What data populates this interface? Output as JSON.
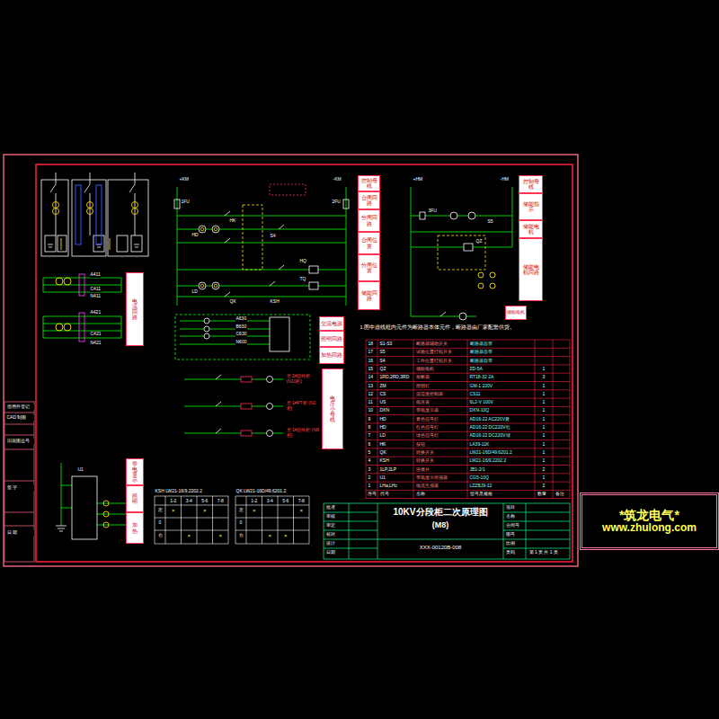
{
  "diagram": {
    "nodes": [
      {
        "text": [
          "控制母线"
        ]
      },
      {
        "text": [
          "合闸回路"
        ]
      },
      {
        "text": [
          "分闸回路"
        ]
      },
      {
        "text": [
          "合闸位置"
        ]
      },
      {
        "text": [
          "分闸位置"
        ]
      },
      {
        "text": [
          "储能回路"
        ]
      },
      {
        "text": [
          "控制母线"
        ]
      },
      {
        "text": [
          "储能指示"
        ]
      },
      {
        "text": [
          "储能电机"
        ]
      },
      {
        "text": [
          "储能电机回路"
        ]
      },
      {
        "text": [
          "电流回路"
        ]
      },
      {
        "text": [
          "交流电源"
        ]
      },
      {
        "text": [
          "照明回路"
        ]
      },
      {
        "text": [
          "加热回路"
        ]
      },
      {
        "text": [
          "电压小母线"
        ]
      },
      {
        "text": [
          "带电显示"
        ]
      },
      {
        "text": [
          "照明"
        ]
      },
      {
        "text": [
          "加热"
        ]
      },
      {
        "text": [
          "储能电机"
        ]
      },
      {
        "text": [
          "*筑龙电气*",
          "www.zhulong.com"
        ]
      }
    ],
    "labels": [
      "1.图中虚线框内元件为断路器本体元件，断路器由厂家配套供货。",
      "18",
      "S1-S3",
      "断路器辅助开关",
      "断路器自带",
      "17",
      "S5",
      "试验位置行程开关",
      "断路器自带",
      "16",
      "S4",
      "工作位置行程开关",
      "断路器自带",
      "15",
      "QZ",
      "储能电机",
      "ZD-5A",
      "1",
      "14",
      "1RD,2RD,3RD",
      "熔断器",
      "RT18-32 2A",
      "3",
      "13",
      "ZM",
      "照明灯",
      "GM-1 220V",
      "1",
      "12",
      "CS",
      "温湿度控制器",
      "CS11",
      "1",
      "11",
      "US",
      "电压表",
      "6L2-V 100V",
      "1",
      "10",
      "DXN",
      "带电显示器",
      "DXN-10Q",
      "1",
      "9",
      "HD",
      "黄色信号灯",
      "AD16-22 AC220V黄",
      "1",
      "8",
      "HD",
      "红色信号灯",
      "AD16-22 DC220V红",
      "1",
      "7",
      "LD",
      "绿色信号灯",
      "AD16-22 DC220V绿",
      "1",
      "6",
      "HK",
      "按钮",
      "LA39-11K",
      "1",
      "5",
      "QK",
      "转换开关",
      "LW21-16D/49.6201.2",
      "1",
      "4",
      "KSH",
      "转换开关",
      "LW21-16/9.2202.2",
      "1",
      "3",
      "1LP,2LP",
      "连接片",
      "JB1-2/1",
      "2",
      "2",
      "U1",
      "带电显示传感器",
      "CG5-10Q",
      "1",
      "1",
      "LHa,LHc",
      "电流互感器",
      "LZZBJ9-12",
      "2",
      "序号",
      "代号",
      "名称",
      "型号及规格",
      "数量",
      "备注",
      "10KV分段柜二次原理图",
      "(M8)",
      "XXX-00120B-008",
      "批准",
      "审核",
      "审定",
      "校对",
      "设计",
      "日期",
      "项目",
      "名称",
      "合同号",
      "图号",
      "比例",
      "页码",
      "第 1 页 共 1 页",
      "借用件登记",
      "CAD 制图",
      "旧底图总号",
      "签 字",
      "日 期",
      "KSH LW21-16/9.2202.2",
      "QK LW21-16D/49.6201.2",
      "1-2",
      "3-4",
      "5-6",
      "7-8",
      "1-2",
      "3-4",
      "5-6",
      "7-8",
      "左",
      "0",
      "右",
      "左",
      "0",
      "右",
      "×",
      "×",
      "×",
      "×",
      "×",
      "×",
      "×",
      "×",
      "+KM",
      "-KM",
      "1FU",
      "2FU",
      "HK",
      "S4",
      "HD",
      "LD",
      "HQ",
      "TQ",
      "QK",
      "KSH",
      "+HM",
      "-HM",
      "3FU",
      "QZ",
      "S5",
      "A411",
      "C411",
      "N411",
      "A421",
      "C421",
      "N421",
      "A630",
      "B630",
      "C630",
      "N600",
      "至 2#进线柜 (N10柜)",
      "至 1#PT柜 (N2柜)",
      "至 1#进线柜 (N8柜)",
      "U1"
    ]
  }
}
